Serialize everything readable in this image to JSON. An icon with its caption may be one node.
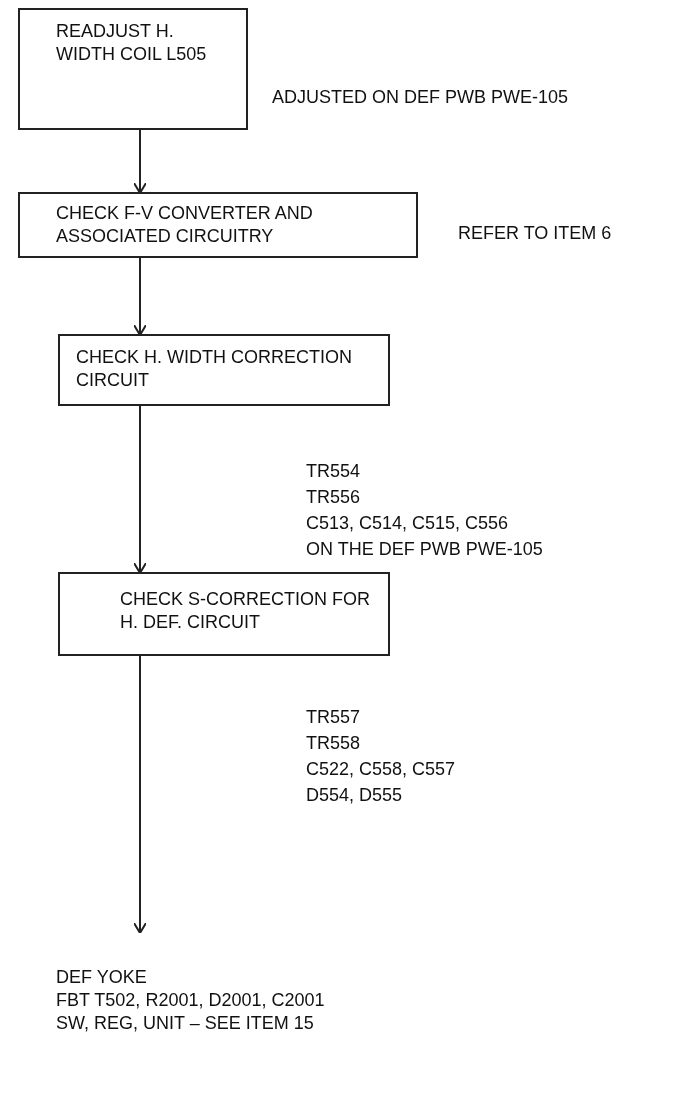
{
  "diagram": {
    "nodes": [
      {
        "text": [
          "READJUST H. WIDTH COIL L505"
        ],
        "beside": [
          "ADJUSTED ON DEF PWB PWE-105"
        ]
      },
      {
        "text": [
          "CHECK F-V CONVERTER AND ASSOCIATED CIRCUITRY"
        ],
        "beside": [
          "REFER TO ITEM 6"
        ]
      },
      {
        "text": [
          "CHECK H. WIDTH CORRECTION CIRCUIT"
        ],
        "beside": [
          "TR554",
          "TR556",
          "C513, C514, C515, C556",
          "ON THE DEF PWB PWE-105"
        ]
      },
      {
        "text": [
          "CHECK S-CORRECTION FOR H. DEF. CIRCUIT"
        ],
        "beside": [
          "TR557",
          "TR558",
          "C522, C558, C557",
          "D554, D555"
        ]
      },
      {
        "text": [
          "DEF YOKE",
          "FBT T502, R2001, D2001, C2001",
          "SW, REG, UNIT – SEE ITEM 15"
        ]
      }
    ],
    "edges": [
      {
        "from": 0,
        "to": 1,
        "arrow": "to"
      },
      {
        "from": 1,
        "to": 2,
        "arrow": "to"
      },
      {
        "from": 2,
        "to": 3,
        "arrow": "to"
      },
      {
        "from": 3,
        "to": 4,
        "arrow": "to"
      }
    ]
  }
}
